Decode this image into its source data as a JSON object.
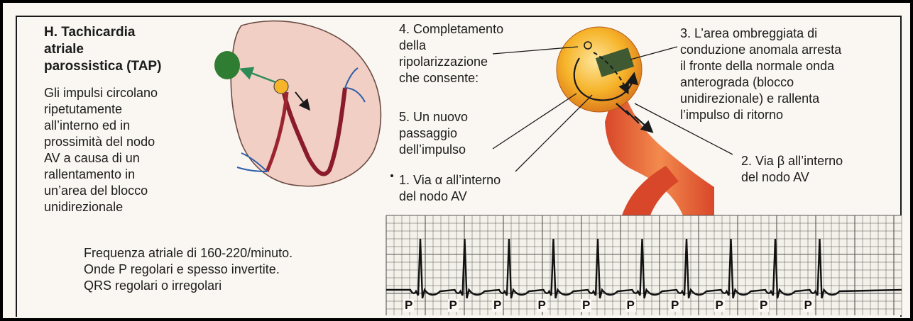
{
  "title": "H. Tachicardia\natriale\nparossistica (TAP)",
  "description": "Gli impulsi circolano\nripetutamente\nall’interno ed in\nprossimità del nodo\nAV a causa di un\nrallentamento in\nun’area del blocco\nunidirezionale",
  "criteria": "Frequenza atriale di 160-220/minuto.\nOnde P regolari e spesso invertite.\nQRS regolari o irregolari",
  "labels": {
    "step4": "4. Completamento\ndella\nripolarizzazione\nche consente:",
    "step5": "5. Un nuovo\npassaggio\ndell’impulso",
    "step1": "1. Via α all’interno\ndel nodo AV",
    "step3": "3. L’area ombreggiata di\nconduzione anomala arresta\nil fronte della normale onda\nanterograda (blocco\nunidirezionale) e rallenta\nl’impulso di ritorno",
    "step2": "2. Via β all’interno\ndel nodo AV"
  },
  "ecg": {
    "p_label": "P",
    "p_count": 10
  },
  "colors": {
    "heart": "#f1cfc4",
    "node": "#f6a51c",
    "pathway": "#e2502a",
    "block_area": "#3f5a33",
    "sa_node": "#2e7d32",
    "arrow": "#2e8b57",
    "grid": "#444444"
  }
}
